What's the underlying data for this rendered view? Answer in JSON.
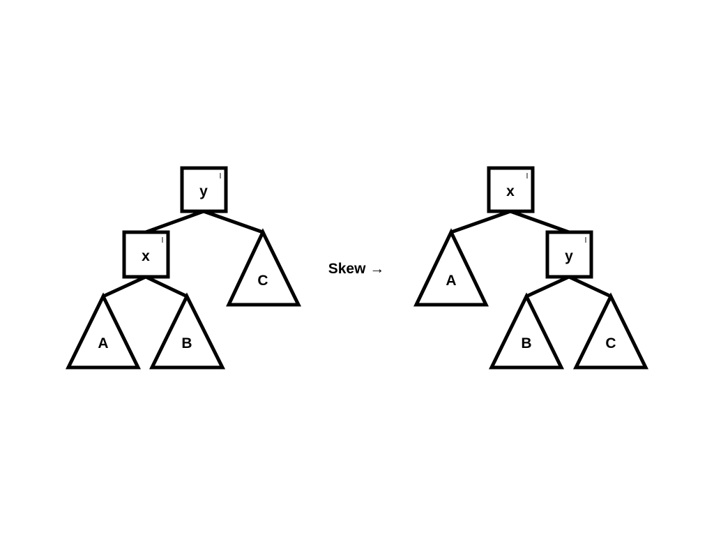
{
  "diagram": {
    "operation": "Skew →",
    "left_tree": {
      "root": {
        "label": "y",
        "level": "l"
      },
      "left_child": {
        "label": "x",
        "level": "l"
      },
      "subtrees": [
        "A",
        "B",
        "C"
      ]
    },
    "right_tree": {
      "root": {
        "label": "x",
        "level": "l"
      },
      "right_child": {
        "label": "y",
        "level": "l"
      },
      "subtrees": [
        "A",
        "B",
        "C"
      ]
    }
  }
}
